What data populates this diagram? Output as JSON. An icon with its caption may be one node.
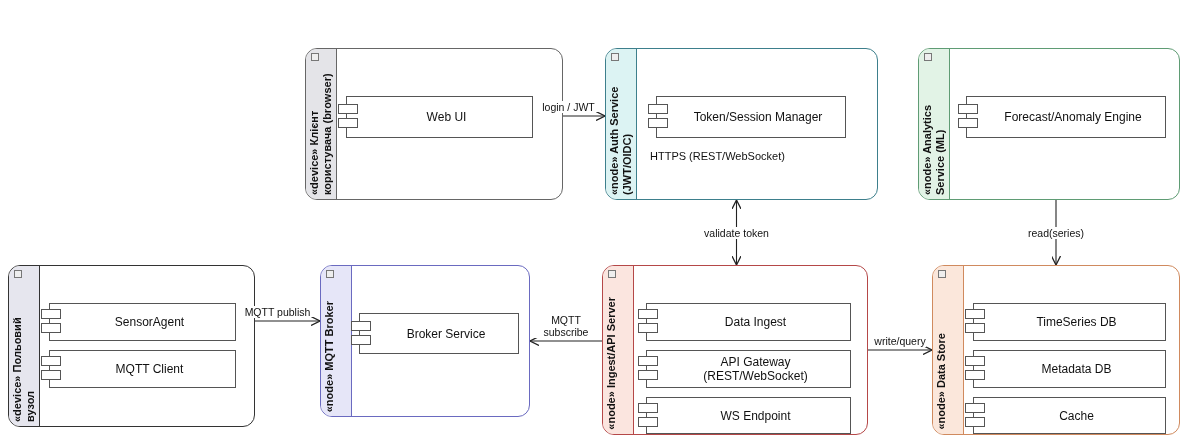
{
  "diagram": {
    "nodes": [
      {
        "text": [
          "«device» Клієнт користувача (browser)"
        ]
      },
      {
        "text": [
          "Web UI"
        ],
        "in": 0
      },
      {
        "text": [
          "«node» Auth Service (JWT/OIDC)"
        ]
      },
      {
        "text": [
          "Token/Session Manager"
        ],
        "in": 2
      },
      {
        "text": [
          "«node» Analytics Service (ML)"
        ]
      },
      {
        "text": [
          "Forecast/Anomaly Engine"
        ],
        "in": 4
      },
      {
        "text": [
          "«device» Польовий вузол"
        ]
      },
      {
        "text": [
          "SensorAgent"
        ],
        "in": 6
      },
      {
        "text": [
          "MQTT Client"
        ],
        "in": 6
      },
      {
        "text": [
          "«node» MQTT Broker"
        ]
      },
      {
        "text": [
          "Broker Service"
        ],
        "in": 9
      },
      {
        "text": [
          "«node» Ingest/API Server"
        ]
      },
      {
        "text": [
          "Data Ingest"
        ],
        "in": 11
      },
      {
        "text": [
          "API Gateway (REST/WebSocket)"
        ],
        "in": 11
      },
      {
        "text": [
          "WS Endpoint"
        ],
        "in": 11
      },
      {
        "text": [
          "«node» Data Store"
        ]
      },
      {
        "text": [
          "TimeSeries DB"
        ],
        "in": 15
      },
      {
        "text": [
          "Metadata DB"
        ],
        "in": 15
      },
      {
        "text": [
          "Cache"
        ],
        "in": 15
      }
    ],
    "edges": [
      {
        "from": 1,
        "to": 2,
        "arrow": "to",
        "label": "login / JWT"
      },
      {
        "from": 7,
        "to": 9,
        "arrow": "to",
        "label": "MQTT publish"
      },
      {
        "from": 11,
        "to": 9,
        "arrow": "to",
        "label": "MQTT subscribe"
      },
      {
        "from": 2,
        "to": 11,
        "arrow": "both",
        "label": "validate token"
      },
      {
        "from": 4,
        "to": 15,
        "arrow": "to",
        "label": "read(series)"
      },
      {
        "from": 11,
        "to": 15,
        "arrow": "to",
        "label": "write/query"
      }
    ],
    "labels": [
      "HTTPS (REST/WebSocket)"
    ]
  }
}
